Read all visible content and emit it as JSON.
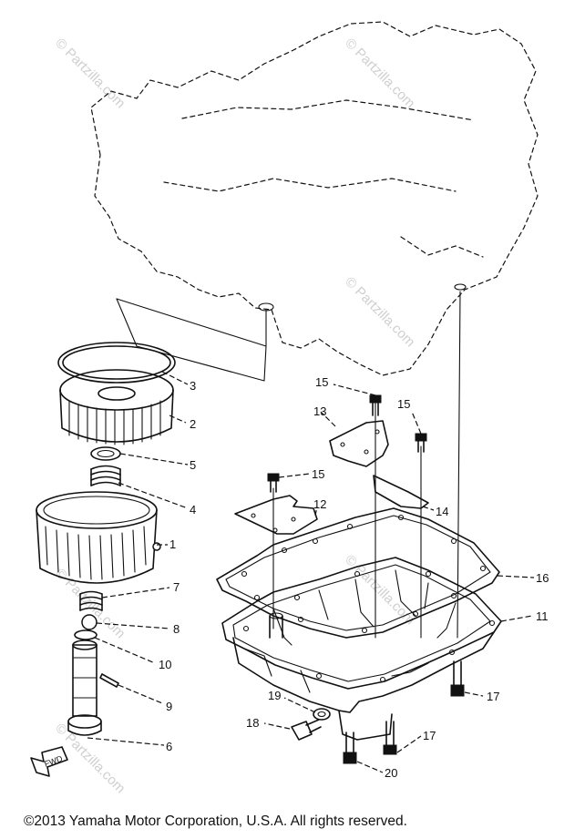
{
  "watermark": {
    "text": "© Partzilla.com"
  },
  "front_label": "FWD",
  "callouts": [
    {
      "id": "c1",
      "label": "1"
    },
    {
      "id": "c2",
      "label": "2"
    },
    {
      "id": "c3",
      "label": "3"
    },
    {
      "id": "c4",
      "label": "4"
    },
    {
      "id": "c5",
      "label": "5"
    },
    {
      "id": "c6",
      "label": "6"
    },
    {
      "id": "c7",
      "label": "7"
    },
    {
      "id": "c8",
      "label": "8"
    },
    {
      "id": "c9",
      "label": "9"
    },
    {
      "id": "c10",
      "label": "10"
    },
    {
      "id": "c11",
      "label": "11"
    },
    {
      "id": "c12",
      "label": "12"
    },
    {
      "id": "c13",
      "label": "13"
    },
    {
      "id": "c14",
      "label": "14"
    },
    {
      "id": "c15a",
      "label": "15"
    },
    {
      "id": "c15b",
      "label": "15"
    },
    {
      "id": "c15c",
      "label": "15"
    },
    {
      "id": "c16",
      "label": "16"
    },
    {
      "id": "c17a",
      "label": "17"
    },
    {
      "id": "c17b",
      "label": "17"
    },
    {
      "id": "c18",
      "label": "18"
    },
    {
      "id": "c19",
      "label": "19"
    },
    {
      "id": "c20",
      "label": "20"
    }
  ],
  "copyright": "©2013 Yamaha Motor Corporation, U.S.A. All rights reserved."
}
